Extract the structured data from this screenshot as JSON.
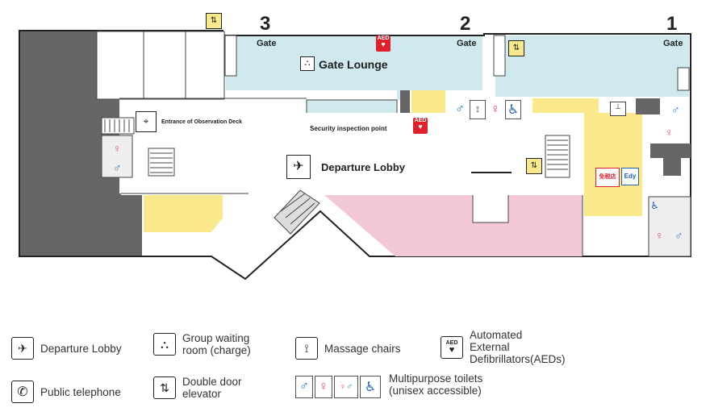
{
  "gates": [
    {
      "number": "3",
      "label": "Gate"
    },
    {
      "number": "2",
      "label": "Gate"
    },
    {
      "number": "1",
      "label": "Gate"
    }
  ],
  "areas": {
    "gate_lounge": "Gate Lounge",
    "departure_lobby": "Departure Lobby",
    "security": "Security inspection point",
    "observation": "Entrance of Observation Deck"
  },
  "aed_badge": "AED",
  "shop_badges": {
    "duty_free": "免税店",
    "edy": "Edy"
  },
  "legend": {
    "departure_lobby": "Departure Lobby",
    "group_waiting_line1": "Group waiting",
    "group_waiting_line2": "room (charge)",
    "massage": "Massage chairs",
    "aed_line1": "Automated",
    "aed_line2": "External",
    "aed_line3": "Defibrillators(AEDs)",
    "telephone": "Public telephone",
    "elevator_line1": "Double door",
    "elevator_line2": "elevator",
    "toilets_line1": "Multipurpose toilets",
    "toilets_line2": "(unisex accessible)"
  },
  "colors": {
    "lounge": "#cfe9ee",
    "shop": "#f9e98a",
    "pink_zone": "#f3c8d6",
    "wall": "#666666",
    "aed_red": "#e0202b",
    "male_blue": "#1f78c4",
    "female_pink": "#e2468c",
    "access_blue": "#1f62b5"
  }
}
